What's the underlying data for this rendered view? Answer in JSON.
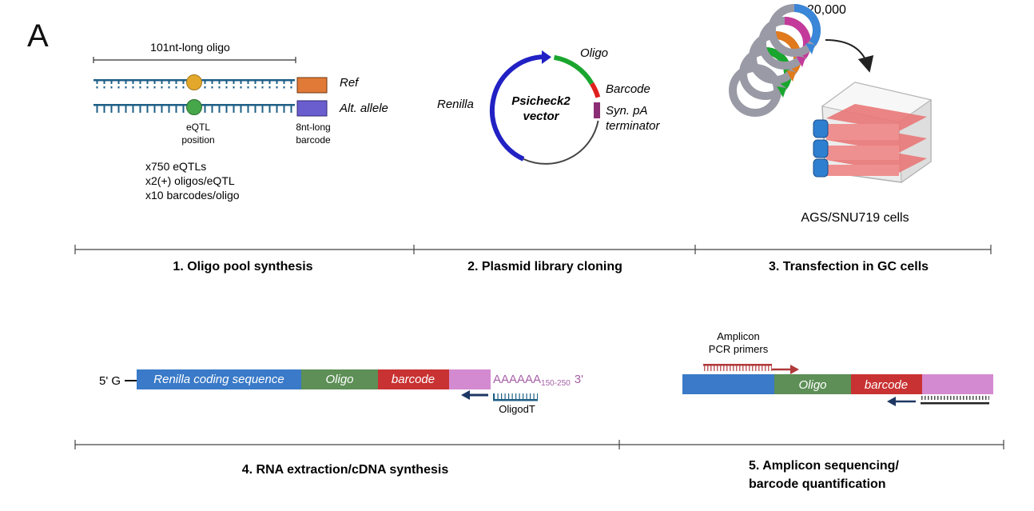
{
  "panel_label": "A",
  "step1": {
    "oligo_length": "101nt-long oligo",
    "ref": "Ref",
    "alt": "Alt. allele",
    "eqtl_l1": "eQTL",
    "eqtl_l2": "position",
    "bc_l1": "8nt-long",
    "bc_l2": "barcode",
    "count1": "x750 eQTLs",
    "count2": "x2(+) oligos/eQTL",
    "count3": "x10 barcodes/oligo",
    "title": "1. Oligo pool synthesis"
  },
  "step2": {
    "vec1": "Psicheck2",
    "vec2": "vector",
    "renilla": "Renilla",
    "oligo": "Oligo",
    "barcode": "Barcode",
    "term1": "Syn. pA",
    "term2": "terminator",
    "title": "2. Plasmid library cloning"
  },
  "step3": {
    "count": "x20,000",
    "cells": "AGS/SNU719 cells",
    "title": "3. Transfection in GC cells"
  },
  "step4": {
    "five": "5' G",
    "renilla": "Renilla coding sequence",
    "oligo": "Oligo",
    "barcode": "barcode",
    "polya": "AAAAAA",
    "polya_sub": "150-250",
    "three": "3'",
    "oligodt": "OligodT",
    "title": "4. RNA extraction/cDNA synthesis"
  },
  "step5": {
    "primers1": "Amplicon",
    "primers2": "PCR primers",
    "oligo": "Oligo",
    "barcode": "barcode",
    "title1": "5. Amplicon sequencing/",
    "title2": "barcode quantification"
  },
  "colors": {
    "dna": "#1f5f86",
    "ref_snp": "#e3a82b",
    "alt_snp": "#46a64a",
    "ref_bc": "#e07a36",
    "alt_bc": "#6a5ecf",
    "renilla": "#2121c4",
    "oligo": "#1aa62e",
    "barcode": "#e0201e",
    "terminator": "#8b2e76",
    "seq_blue": "#3a7ac8",
    "seq_green": "#5d8f56",
    "seq_red": "#c93232",
    "seq_pink": "#d48ad0",
    "polya_text": "#a860a8",
    "primer_red": "#b03a3a",
    "navy": "#1d3763",
    "plasmid_grey": "#9a9aa6",
    "flask_red": "#e97777"
  }
}
